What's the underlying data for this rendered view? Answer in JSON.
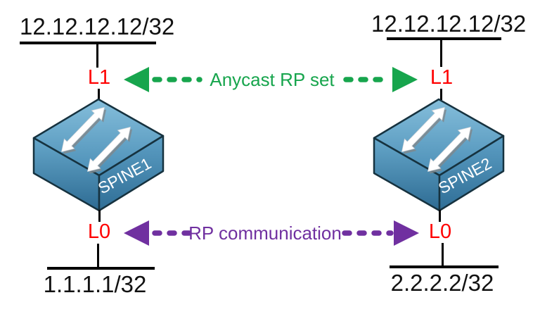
{
  "diagram_type": "network-topology",
  "colors": {
    "anycast_link": "#17a54d",
    "rp_link": "#7030a0",
    "interface_label": "#ff0000",
    "connector_line": "#000000",
    "switch_body_light": "#82bcd9",
    "switch_body_dark": "#2d6b93",
    "switch_label": "#ffffff"
  },
  "devices": [
    {
      "name": "SPINE1",
      "interfaces": [
        {
          "label": "L1",
          "network": "12.12.12.12/32"
        },
        {
          "label": "L0",
          "network": "1.1.1.1/32"
        }
      ]
    },
    {
      "name": "SPINE2",
      "interfaces": [
        {
          "label": "L1",
          "network": "12.12.12.12/32"
        },
        {
          "label": "L0",
          "network": "2.2.2.2/32"
        }
      ]
    }
  ],
  "links": [
    {
      "label": "Anycast RP set",
      "color": "#17a54d",
      "style": "dashed-double-arrow",
      "endpoints": [
        "L1",
        "L1"
      ]
    },
    {
      "label": "RP communication",
      "color": "#7030a0",
      "style": "dashed-double-arrow",
      "endpoints": [
        "L0",
        "L0"
      ]
    }
  ]
}
